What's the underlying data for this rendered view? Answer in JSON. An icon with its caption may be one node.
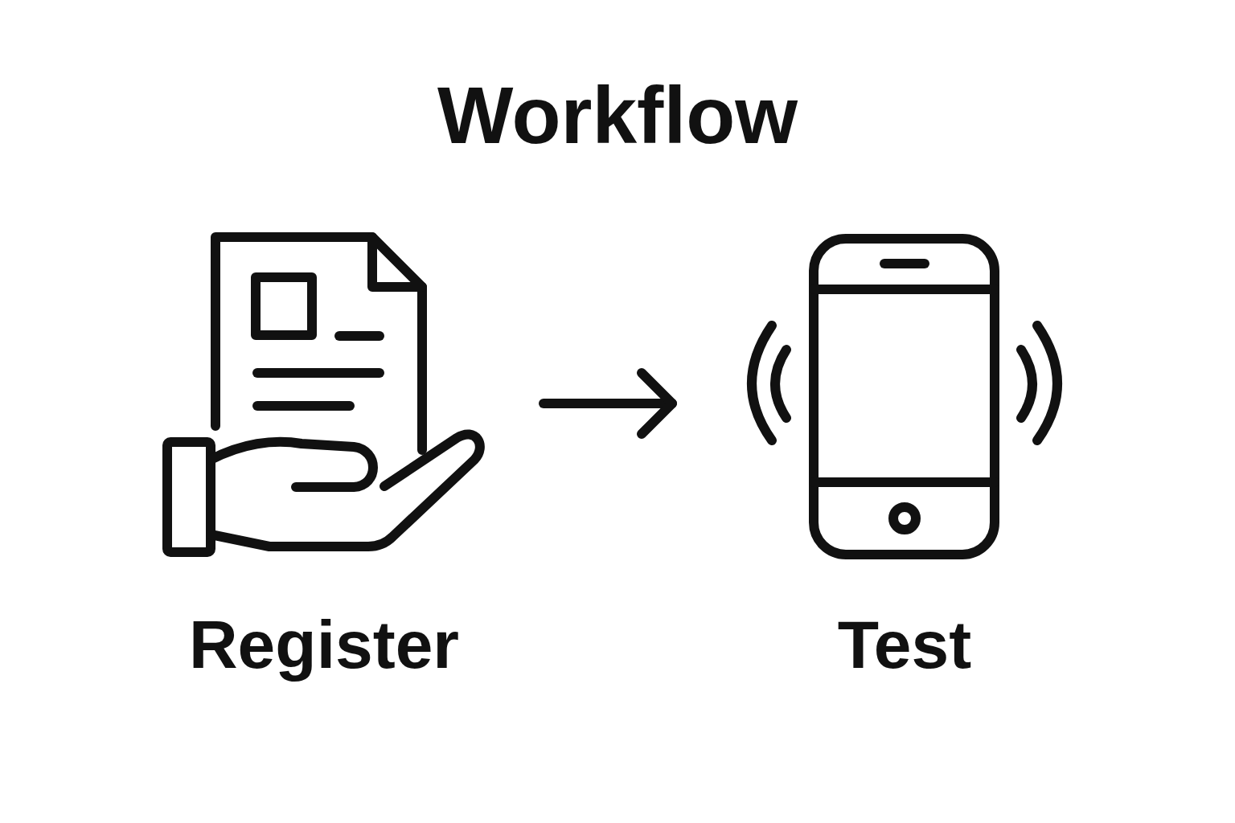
{
  "diagram": {
    "title": "Workflow",
    "nodes": [
      {
        "text": [
          "Register"
        ]
      },
      {
        "text": [
          "Test"
        ]
      }
    ],
    "edges": [
      {
        "from": 0,
        "to": 1,
        "arrow": "to"
      }
    ]
  }
}
